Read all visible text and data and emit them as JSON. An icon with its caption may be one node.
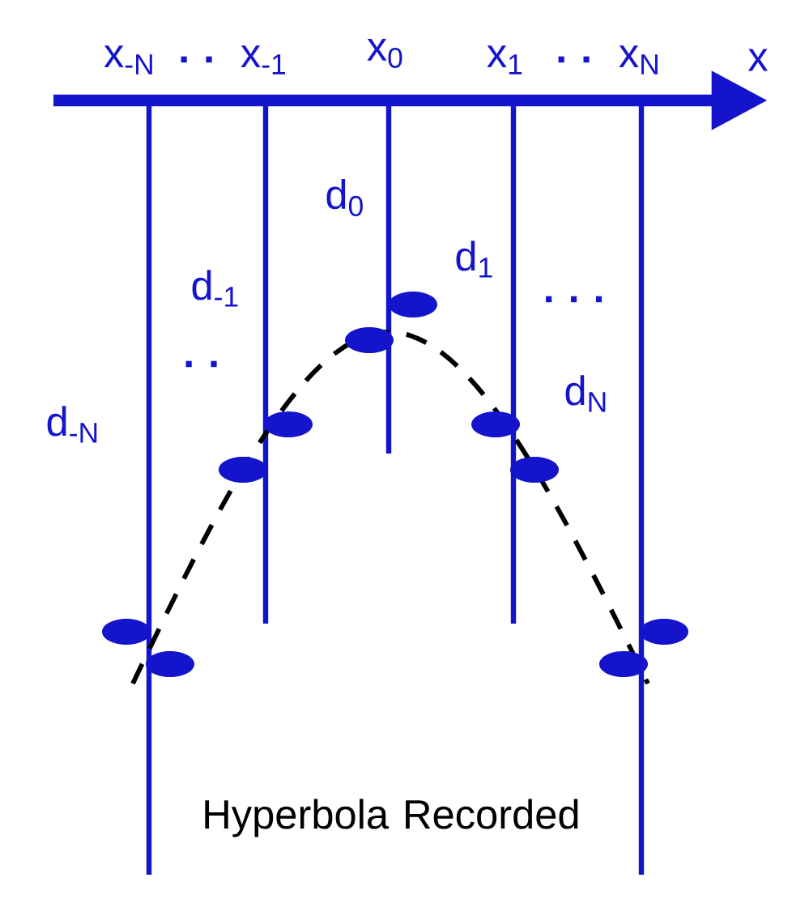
{
  "diagram": {
    "labels": [
      "x$_{-N}$",
      "· ·",
      "x$_{-1}$",
      "x$_{0}$",
      "x$_{1}$",
      "· ·",
      "x$_{N}$",
      "x",
      "d$_{0}$",
      "d$_{1}$",
      "d$_{-1}$",
      "· · ·",
      "· ·",
      "d$_{N}$",
      "d$_{-N}$",
      "Hyperbola Recorded"
    ]
  }
}
